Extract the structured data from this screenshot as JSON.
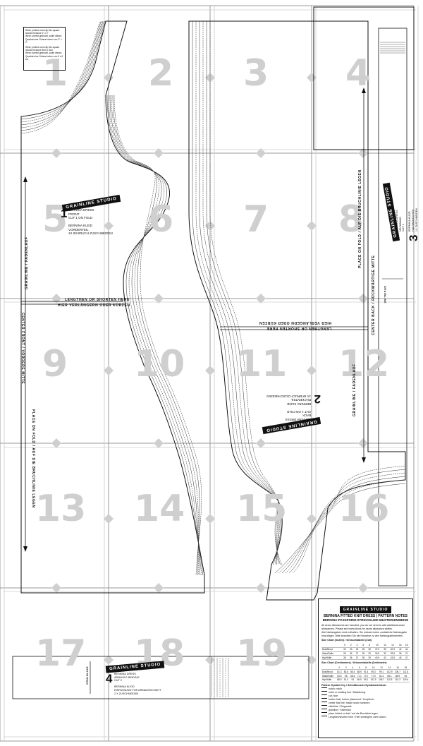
{
  "tiles": [
    "1",
    "2",
    "3",
    "4",
    "5",
    "6",
    "7",
    "8",
    "9",
    "10",
    "11",
    "12",
    "13",
    "14",
    "15",
    "16",
    "17",
    "18",
    "19"
  ],
  "brand": "GRAINLINE STUDIO",
  "size_note": "When printed correctly this square should measure 2\" x 2\"\nWenn korrekt gedruckt, sollte dieses Quadrat eine Grösse haben von 2\" x 2\"",
  "size_note2": "When printed correctly this square should measure 5cm x 5cm\nWenn korrekt gedruckt, sollte dieses Quadrat eine Grösse haben von 5 x 5 cm",
  "pieces": [
    {
      "num": "1",
      "info": "BERNINA DRESS\nFRONT\nCUT 1 ON FOLD\n\nBERNINA KLEID\nVORDERTEIL\n1X IM BRUCH ZUSCHNEIDEN"
    },
    {
      "num": "2",
      "info": "BERNINA DRESS\nBACK\nCUT 1 ON FOLD\n\nBERNINA KLEID\nRÜCKENTEIL\n1X IM BRUCH ZUSCHNEIDEN"
    },
    {
      "num": "3",
      "info": "BERNINA DRESS\nNECKBAND\nCUT 1\n\nBERNINA KLEID\nHALSBÜNDCHEN\n1X ZUSCHNEIDEN"
    },
    {
      "num": "4",
      "info": "BERNINA DRESS\nARMHOLE BINDING\nCUT 2\n\nBERNINA KLEID\nEINFASSUNG FÜR ARMAUSSCHNITT\n2 X ZUSCHNEIDEN"
    }
  ],
  "labels": {
    "lengthen": "LENGTHEN OR SHORTEN HERE",
    "verlaengern": "HIER VERLÄNGERN ODER KÜRZEN",
    "grainline": "GRAINLINE / FADENLAUF",
    "center_front": "CENTER FRONT / VORDERE MITTE",
    "place_on_fold": "PLACE ON FOLD / AUF DIE BRUCHLINIE LEGEN",
    "center_back": "CENTER BACK / RÜCKWÄRTIGE MITTE",
    "grainline_short": "GRAINLINE"
  },
  "notes": {
    "brand": "GRAINLINE STUDIO",
    "title": "BERNINA FITTED KNIT DRESS | PATTERN NOTES",
    "title_de": "BERNINA-PASSFORM-STRICKKLEID MUSTERHINWEISE",
    "seam": "All seam allowances are included, you do not need to add additional seam allowances. Please see instructions for seam allowance widths.",
    "seam_de": "Alle Nahtzugaben sind enthalten. Sie müssen keine zusätzliche Nahtzugabe hinzufügen. Bitte beachten Sie die Hinweise zu den Nahtzugabenbreiten.",
    "size_chart": "Size Chart (Inches) / Grössentabelle (Zoll)",
    "size_chart_cm": "Size Chart (Centimeters) / Grössentabelle (Zentimeter)",
    "sizes": [
      "0",
      "2",
      "4",
      "6",
      "8",
      "10",
      "12",
      "14",
      "16",
      "18"
    ],
    "rows_in": [
      {
        "name": "Bust/Brust",
        "vals": [
          "32",
          "33",
          "34",
          "35",
          "36",
          "37.5",
          "39",
          "40.5",
          "42",
          "44"
        ]
      },
      {
        "name": "Waist/Taille",
        "vals": [
          "25",
          "26",
          "27",
          "28",
          "29",
          "30.5",
          "32",
          "33.5",
          "35",
          "37"
        ]
      },
      {
        "name": "Hip/Hüfte",
        "vals": [
          "35",
          "36",
          "37",
          "38",
          "39",
          "40.5",
          "42",
          "43.5",
          "45",
          "47"
        ]
      }
    ],
    "rows_cm": [
      {
        "name": "Bust/Brust",
        "vals": [
          "81.3",
          "83.8",
          "86.4",
          "88.9",
          "91.4",
          "95.3",
          "99.1",
          "102.9",
          "106.7",
          "111.8"
        ]
      },
      {
        "name": "Waist/Taille",
        "vals": [
          "63.5",
          "66",
          "68.6",
          "71.1",
          "73.7",
          "77.5",
          "81.3",
          "85.1",
          "88.9",
          "94"
        ]
      },
      {
        "name": "Hip/Hüfte",
        "vals": [
          "88.9",
          "91.4",
          "94",
          "96.5",
          "99.1",
          "102.9",
          "106.7",
          "110.5",
          "114.3",
          "119.4"
        ]
      }
    ],
    "legend_title": "Pattern Symbol Key / Schnittmuster-Symbolschlüssel",
    "legend": [
      "notch; notch",
      "mark or marking tool / Markierung",
      "cut; hole",
      "button hole; button placement / Knopfloch",
      "center fold line; match seam numbers",
      "stitchline / Steppnaht",
      "grainline / Fadenlauf",
      "place folded on fold / auf die Bruchlinie legen",
      "Lengthen/shorten here / Hier verlängern oder kürzen"
    ]
  }
}
